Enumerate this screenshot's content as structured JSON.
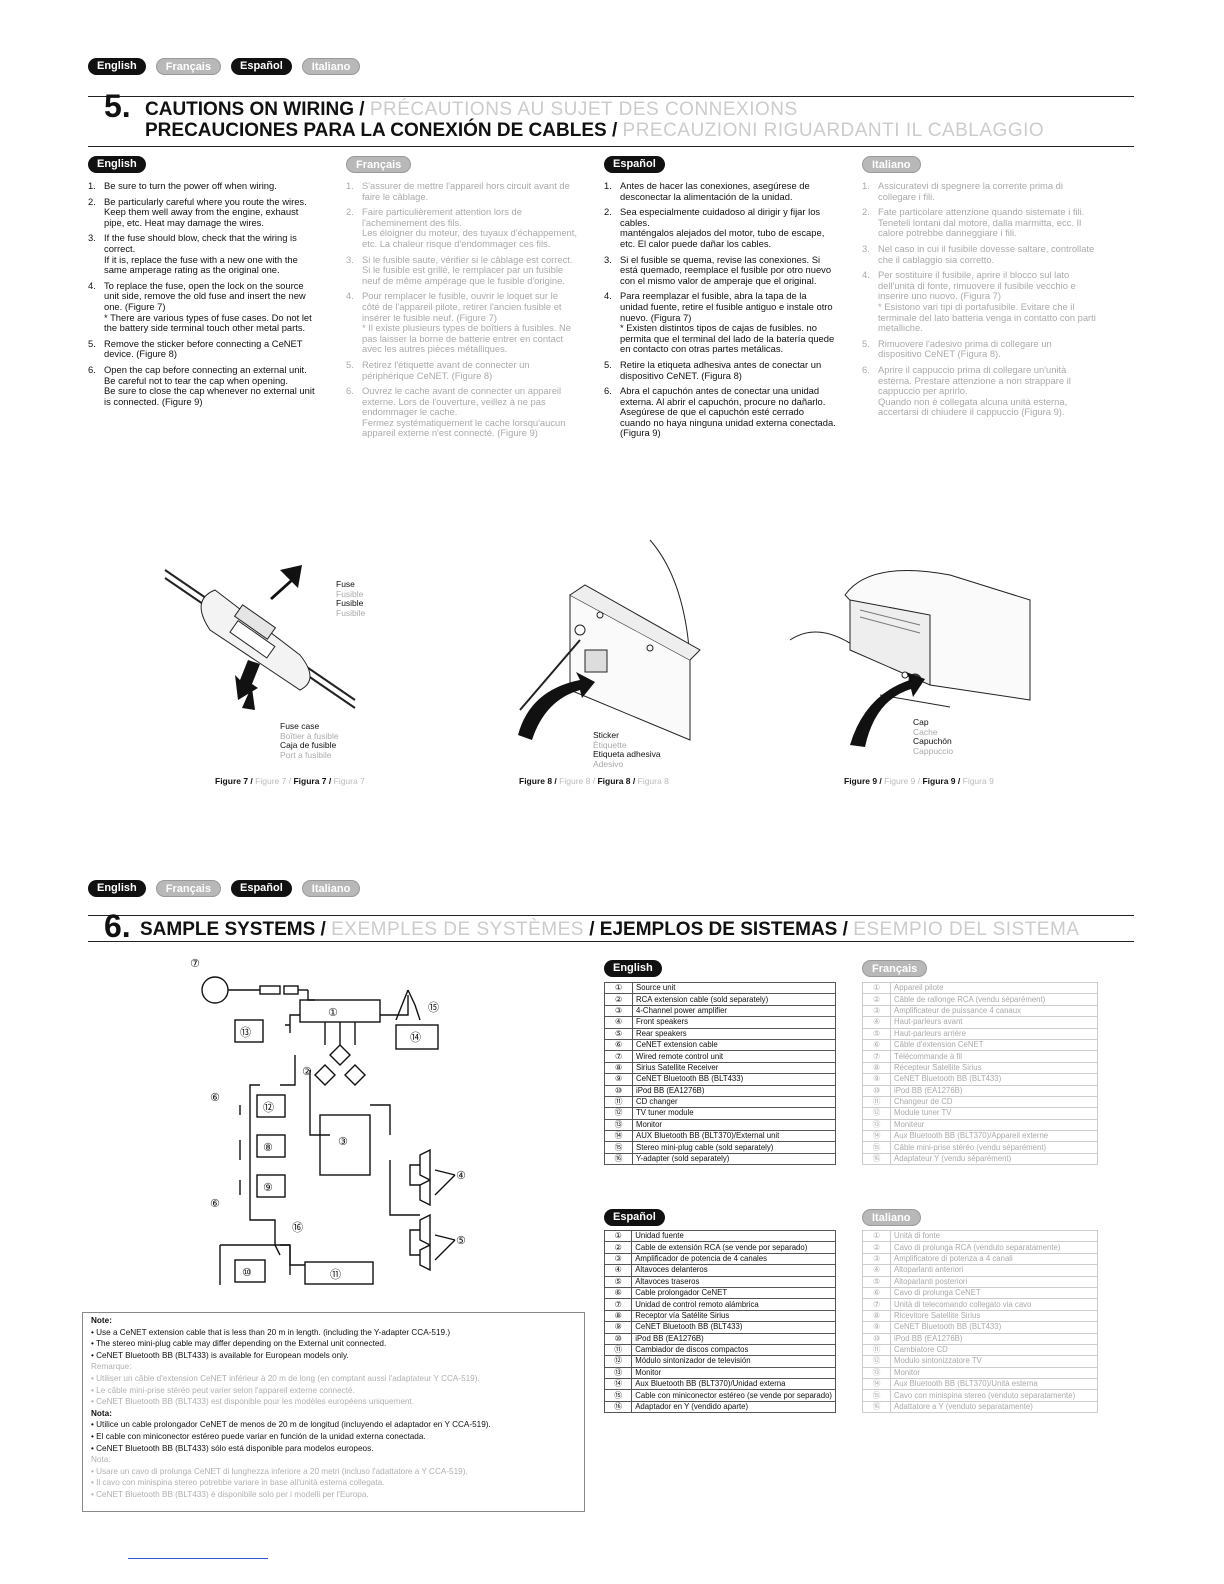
{
  "lang_tabs": [
    "English",
    "Français",
    "Español",
    "Italiano"
  ],
  "section5": {
    "number": "5.",
    "title_line1_en": "CAUTIONS ON WIRING /",
    "title_line1_fr": "PRÉCAUTIONS AU SUJET DES CONNEXIONS",
    "title_line2_es": "PRECAUCIONES PARA LA CONEXIÓN DE CABLES /",
    "title_line2_it": "PRECAUZIONI RIGUARDANTI IL CABLAGGIO",
    "english": [
      {
        "n": "1.",
        "t": "Be sure to turn the power off when wiring."
      },
      {
        "n": "2.",
        "t": "Be particularly careful where you route the wires.\nKeep them well away from the engine, exhaust pipe, etc. Heat may damage the wires."
      },
      {
        "n": "3.",
        "t": "If the fuse should blow, check that the wiring is correct.\nIf it is, replace the fuse with a new one with the same amperage rating as the original one."
      },
      {
        "n": "4.",
        "t": "To replace the fuse, open the lock on the source unit side, remove the old fuse and insert the new one. (Figure 7)\n* There are various types of fuse cases. Do not let the battery side terminal touch other metal parts."
      },
      {
        "n": "5.",
        "t": "Remove the sticker before connecting a CeNET device. (Figure 8)"
      },
      {
        "n": "6.",
        "t": "Open the cap before connecting an external unit. Be careful not to tear the cap when opening.\nBe sure to close the cap whenever no external unit is connected. (Figure 9)"
      }
    ],
    "francais": [
      {
        "n": "1.",
        "t": "S'assurer de mettre l'appareil hors circuit avant de faire le câblage."
      },
      {
        "n": "2.",
        "t": "Faire particulièrement attention lors de l'acheminement des fils.\nLes éloigner du moteur, des tuyaux d'échappement, etc. La chaleur risque d'endommager ces fils."
      },
      {
        "n": "3.",
        "t": "Si le fusible saute, vérifier si le câblage est correct.\nSi le fusible est grillé, le remplacer par un fusible neuf de même ampérage que le fusible d'origine."
      },
      {
        "n": "4.",
        "t": "Pour remplacer le fusible, ouvrir le loquet sur le côté de l'appareil pilote, retirer l'ancien fusible et insérer le fusible neuf. (Figure 7)\n* Il existe plusieurs types de boîtiers à fusibles. Ne pas laisser la borne de batterie entrer en contact avec les autres pièces métalliques."
      },
      {
        "n": "5.",
        "t": "Retirez l'étiquette avant de connecter un périphérique CeNET. (Figure 8)"
      },
      {
        "n": "6.",
        "t": "Ouvrez le cache avant de connecter un appareil externe. Lors de l'ouverture, veillez à ne pas endommager le cache.\nFermez systématiquement le cache lorsqu'aucun appareil externe n'est connecté. (Figure 9)"
      }
    ],
    "espanol": [
      {
        "n": "1.",
        "t": "Antes de hacer las conexiones, asegúrese de desconectar la alimentación de la unidad."
      },
      {
        "n": "2.",
        "t": "Sea especialmente cuidadoso al dirigir y fijar los cables.\nmanténgalos alejados del motor, tubo de escape, etc. El calor puede dañar los cables."
      },
      {
        "n": "3.",
        "t": "Si el fusible se quema, revise las conexiones. Si está quemado, reemplace el fusible por otro nuevo con el mismo valor de amperaje que el original."
      },
      {
        "n": "4.",
        "t": "Para reemplazar el fusible, abra la tapa de la unidad fuente, retire el fusible antiguo e instale otro nuevo. (Figura 7)\n* Existen distintos tipos de cajas de fusibles. no permita que el terminal del lado de la batería quede en contacto con otras partes metálicas."
      },
      {
        "n": "5.",
        "t": "Retire la etiqueta adhesiva antes de conectar un dispositivo CeNET. (Figura 8)"
      },
      {
        "n": "6.",
        "t": "Abra el capuchón antes de conectar una unidad externa. Al abrir el capuchón, procure no dañarlo.\nAsegúrese de que el capuchón esté cerrado cuando no haya ninguna unidad externa conectada. (Figura 9)"
      }
    ],
    "italiano": [
      {
        "n": "1.",
        "t": "Assicuratevi di spegnere la corrente prima di collegare i fili."
      },
      {
        "n": "2.",
        "t": "Fate particolare attenzione quando sistemate i fili.\nTeneteli lontani dal motore, dalla marmitta, ecc. Il calore potrebbe danneggiare i fili."
      },
      {
        "n": "3.",
        "t": "Nel caso in cui il fusibile dovesse saltare, controllate che il cablaggio sia corretto."
      },
      {
        "n": "4.",
        "t": "Per sostituire il fusibile, aprire il blocco sul lato dell'unità di fonte, rimuovere il fusibile vecchio e inserire uno nuovo. (Figura 7)\n* Esistono vari tipi di portafusibile. Evitare che il terminale del lato batteria venga in contatto con parti metalliche."
      },
      {
        "n": "5.",
        "t": "Rimuovere l'adesivo prima di collegare un dispositivo CeNET (Figura 8)."
      },
      {
        "n": "6.",
        "t": "Aprire il cappuccio prima di collegare un'unità esterna. Prestare attenzione a non strappare il cappuccio per aprirlo.\nQuando non è collegata alcuna unità esterna, accertarsi di chiudere il cappuccio (Figura 9)."
      }
    ],
    "fig7": {
      "fuse": [
        "Fuse",
        "Fusible",
        "Fusible",
        "Fusibile"
      ],
      "fuse_case": [
        "Fuse case",
        "Boîtier à fusible",
        "Caja de fusible",
        "Port a fusibile"
      ],
      "caption": [
        "Figure 7 /",
        "Figure 7 /",
        "Figura 7 /",
        "Figura 7"
      ]
    },
    "fig8": {
      "sticker": [
        "Sticker",
        "Étiquette",
        "Etiqueta adhesiva",
        "Adesivo"
      ],
      "caption": [
        "Figure 8 /",
        "Figure 8 /",
        "Figura 8 /",
        "Figura 8"
      ]
    },
    "fig9": {
      "cap": [
        "Cap",
        "Cache",
        "Capuchón",
        "Cappuccio"
      ],
      "caption": [
        "Figure 9 /",
        "Figure 9 /",
        "Figura 9 /",
        "Figura 9"
      ]
    }
  },
  "section6": {
    "number": "6.",
    "title_en": "SAMPLE SYSTEMS /",
    "title_fr": "EXEMPLES DE SYSTÈMES",
    "title_es": "/ EJEMPLOS DE SISTEMAS /",
    "title_it": "ESEMPIO DEL SISTEMA",
    "diagram_labels": [
      "⑦",
      "①",
      "⑮",
      "⑬",
      "⑭",
      "②",
      "⑥",
      "⑫",
      "⑧",
      "③",
      "④",
      "⑨",
      "⑥",
      "⑯",
      "⑤",
      "⑩",
      "⑪"
    ],
    "legend_en": [
      [
        "①",
        "Source unit"
      ],
      [
        "②",
        "RCA extension cable (sold separately)"
      ],
      [
        "③",
        "4-Channel power amplifier"
      ],
      [
        "④",
        "Front speakers"
      ],
      [
        "⑤",
        "Rear speakers"
      ],
      [
        "⑥",
        "CeNET extension cable"
      ],
      [
        "⑦",
        "Wired remote control unit"
      ],
      [
        "⑧",
        "Sirius Satellite Receiver"
      ],
      [
        "⑨",
        "CeNET Bluetooth BB (BLT433)"
      ],
      [
        "⑩",
        "iPod BB (EA1276B)"
      ],
      [
        "⑪",
        "CD changer"
      ],
      [
        "⑫",
        "TV tuner module"
      ],
      [
        "⑬",
        "Monitor"
      ],
      [
        "⑭",
        "AUX Bluetooth BB (BLT370)/External unit"
      ],
      [
        "⑮",
        "Stereo mini-plug cable (sold separately)"
      ],
      [
        "⑯",
        "Y-adapter (sold separately)"
      ]
    ],
    "legend_fr": [
      [
        "①",
        "Appareil pilote"
      ],
      [
        "②",
        "Câble de rallonge RCA (vendu séparément)"
      ],
      [
        "③",
        "Amplificateur de puissance 4 canaux"
      ],
      [
        "④",
        "Haut-parleurs avant"
      ],
      [
        "⑤",
        "Haut-parleurs arrière"
      ],
      [
        "⑥",
        "Câble d'extension CeNET"
      ],
      [
        "⑦",
        "Télécommande à fil"
      ],
      [
        "⑧",
        "Récepteur Satellite Sirius"
      ],
      [
        "⑨",
        "CeNET Bluetooth BB (BLT433)"
      ],
      [
        "⑩",
        "iPod BB (EA1276B)"
      ],
      [
        "⑪",
        "Changeur de CD"
      ],
      [
        "⑫",
        "Module tuner TV"
      ],
      [
        "⑬",
        "Moniteur"
      ],
      [
        "⑭",
        "Aux Bluetooth BB (BLT370)/Appareil externe"
      ],
      [
        "⑮",
        "Câble mini-prise stéréo (vendu séparément)"
      ],
      [
        "⑯",
        "Adaptateur Y (vendu séparément)"
      ]
    ],
    "legend_es": [
      [
        "①",
        "Unidad fuente"
      ],
      [
        "②",
        "Cable de extensión RCA (se vende por separado)"
      ],
      [
        "③",
        "Amplificador de potencia de 4 canales"
      ],
      [
        "④",
        "Altavoces delanteros"
      ],
      [
        "⑤",
        "Altavoces traseros"
      ],
      [
        "⑥",
        "Cable prolongador CeNET"
      ],
      [
        "⑦",
        "Unidad de control remoto alámbrica"
      ],
      [
        "⑧",
        "Receptor vía Satélite Sirius"
      ],
      [
        "⑨",
        "CeNET Bluetooth BB (BLT433)"
      ],
      [
        "⑩",
        "iPod BB (EA1276B)"
      ],
      [
        "⑪",
        "Cambiador de discos compactos"
      ],
      [
        "⑫",
        "Módulo sintonizador de televisión"
      ],
      [
        "⑬",
        "Monitor"
      ],
      [
        "⑭",
        "Aux Bluetooth BB (BLT370)/Unidad externa"
      ],
      [
        "⑮",
        "Cable con miniconector estéreo (se vende por separado)"
      ],
      [
        "⑯",
        "Adaptador en Y (vendido aparte)"
      ]
    ],
    "legend_it": [
      [
        "①",
        "Unità di fonte"
      ],
      [
        "②",
        "Cavo di prolunga RCA (venduto separatamente)"
      ],
      [
        "③",
        "Amplificatore di potenza a 4 canali"
      ],
      [
        "④",
        "Altoparlanti anteriori"
      ],
      [
        "⑤",
        "Altoparlanti posteriori"
      ],
      [
        "⑥",
        "Cavo di prolunga CeNET"
      ],
      [
        "⑦",
        "Unità di telecomando collegato via cavo"
      ],
      [
        "⑧",
        "Ricevitore Satellite Sirius"
      ],
      [
        "⑨",
        "CeNET Bluetooth BB (BLT433)"
      ],
      [
        "⑩",
        "iPod BB (EA1276B)"
      ],
      [
        "⑪",
        "Cambiatore CD"
      ],
      [
        "⑫",
        "Modulo sintonizzatore TV"
      ],
      [
        "⑬",
        "Monitor"
      ],
      [
        "⑭",
        "Aux Bluetooth BB (BLT370)/Unità esterna"
      ],
      [
        "⑮",
        "Cavo con minispina stereo (venduto separatamente)"
      ],
      [
        "⑯",
        "Adattatore a Y (venduto separatamente)"
      ]
    ],
    "note": {
      "title_en": "Note:",
      "en": [
        "• Use a CeNET extension cable that is less than 20 m in length. (including the Y-adapter CCA-519.)",
        "• The stereo mini-plug cable may differ depending on the External unit connected.",
        "• CeNET Bluetooth BB (BLT433) is available for European models only."
      ],
      "title_fr": "Remarque:",
      "fr": [
        "• Utiliser un câble d'extension CeNET inférieur à 20 m de long (en comptant aussi l'adaptateur Y CCA-519).",
        "• Le câble mini-prise stéréo peut varier selon l'appareil externe connecté.",
        "• CeNET Bluetooth BB (BLT433) est disponible pour les modèles européens uniquement."
      ],
      "title_es": "Nota:",
      "es": [
        "• Utilice un cable prolongador CeNET de menos de 20 m de longitud (incluyendo el adaptador en Y CCA-519).",
        "• El cable con miniconector estéreo puede variar en función de la unidad externa conectada.",
        "• CeNET Bluetooth BB (BLT433) sólo está disponible para modelos europeos."
      ],
      "title_it": "Nota:",
      "it": [
        "• Usare un cavo di prolunga CeNET di lunghezza inferiore a 20 metri (incluso l'adattatore a Y CCA-519).",
        "• Il cavo con minispina stereo potrebbe variare in base all'unità esterna collegata.",
        "• CeNET Bluetooth BB (BLT433) è disponibile solo per i modelli per l'Europa."
      ]
    }
  }
}
